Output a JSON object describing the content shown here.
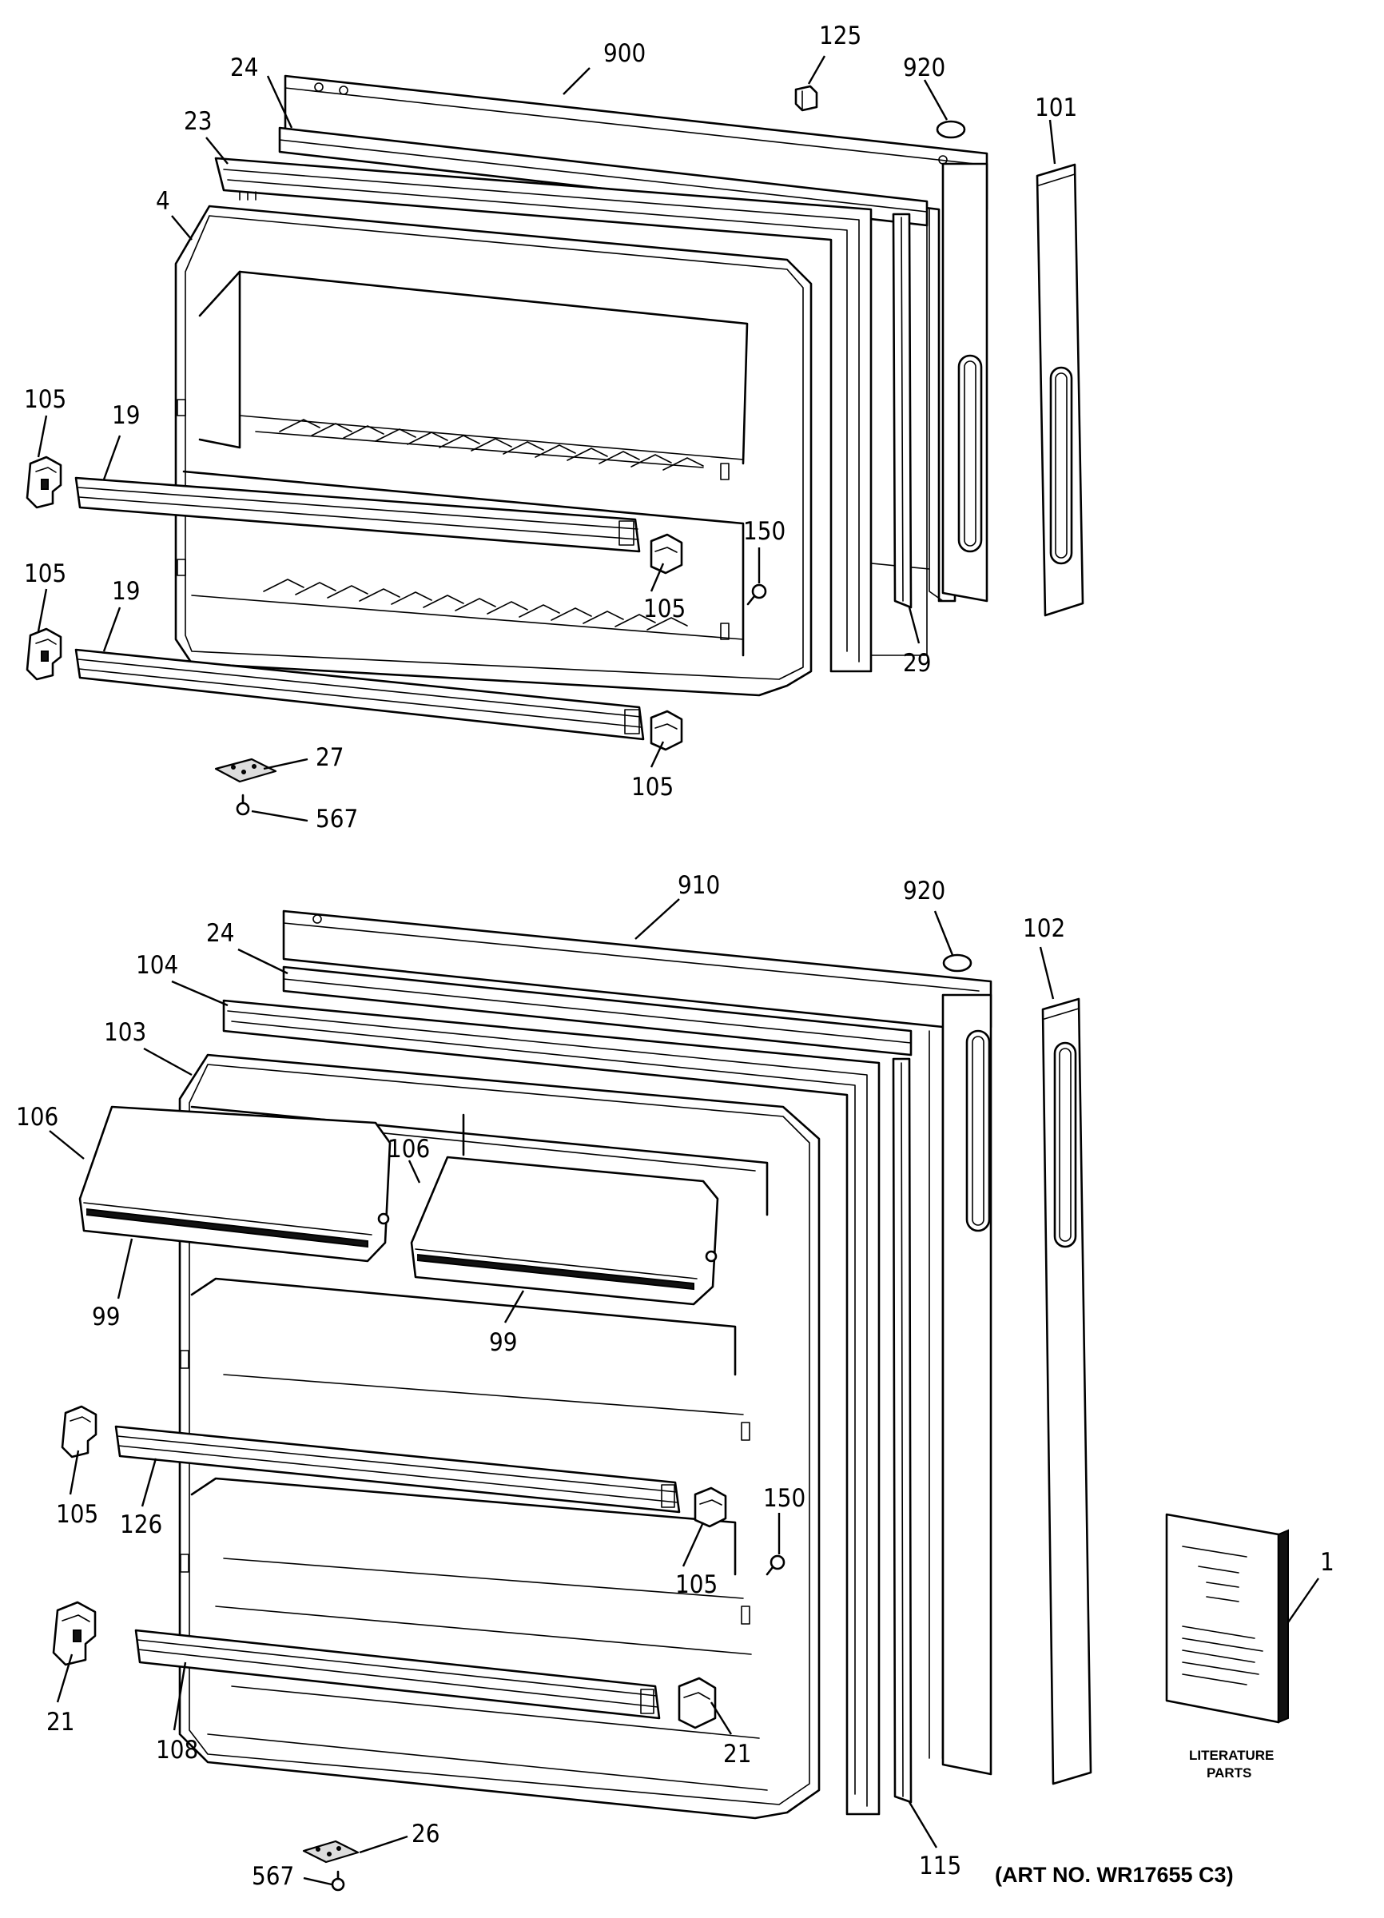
{
  "title": "",
  "art_number": "(ART NO. WR17655 C3)",
  "literature_label": [
    "LITERATURE",
    "PARTS"
  ],
  "freezer_door_callouts": {
    "gasket_frame": "900",
    "stop_clip": "125",
    "plug_top": "920",
    "handle_trim_top": "101",
    "outer_gasket": "24",
    "breaker_strip": "23",
    "inner_liner": "4",
    "bin_clip_left_upper": "105",
    "shelf_bar_upper": "19",
    "bin_clip_right_upper": "105",
    "bin_clip_left_lower": "105",
    "shelf_bar_lower": "19",
    "screw_liner": "150",
    "side_seal": "29",
    "hinge_shim": "27",
    "hinge_screw": "567",
    "bin_clip_right_lower": "105"
  },
  "fresh_food_door_callouts": {
    "gasket_frame": "910",
    "plug_top": "920",
    "handle_trim_bottom": "102",
    "outer_gasket": "24",
    "breaker_strip": "104",
    "inner_liner": "103",
    "dairy_cover_left": "106",
    "dairy_cover_right": "106",
    "dairy_hinge_left": "99",
    "dairy_hinge_right": "99",
    "bin_clip_left": "105",
    "shelf_bar_middle": "126",
    "bin_clip_right": "105",
    "screw_liner": "150",
    "bottom_clip_left": "21",
    "shelf_bar_bottom": "108",
    "bottom_clip_right": "21",
    "side_seal": "115",
    "hinge_shim": "26",
    "hinge_screw": "567",
    "literature": "1"
  }
}
